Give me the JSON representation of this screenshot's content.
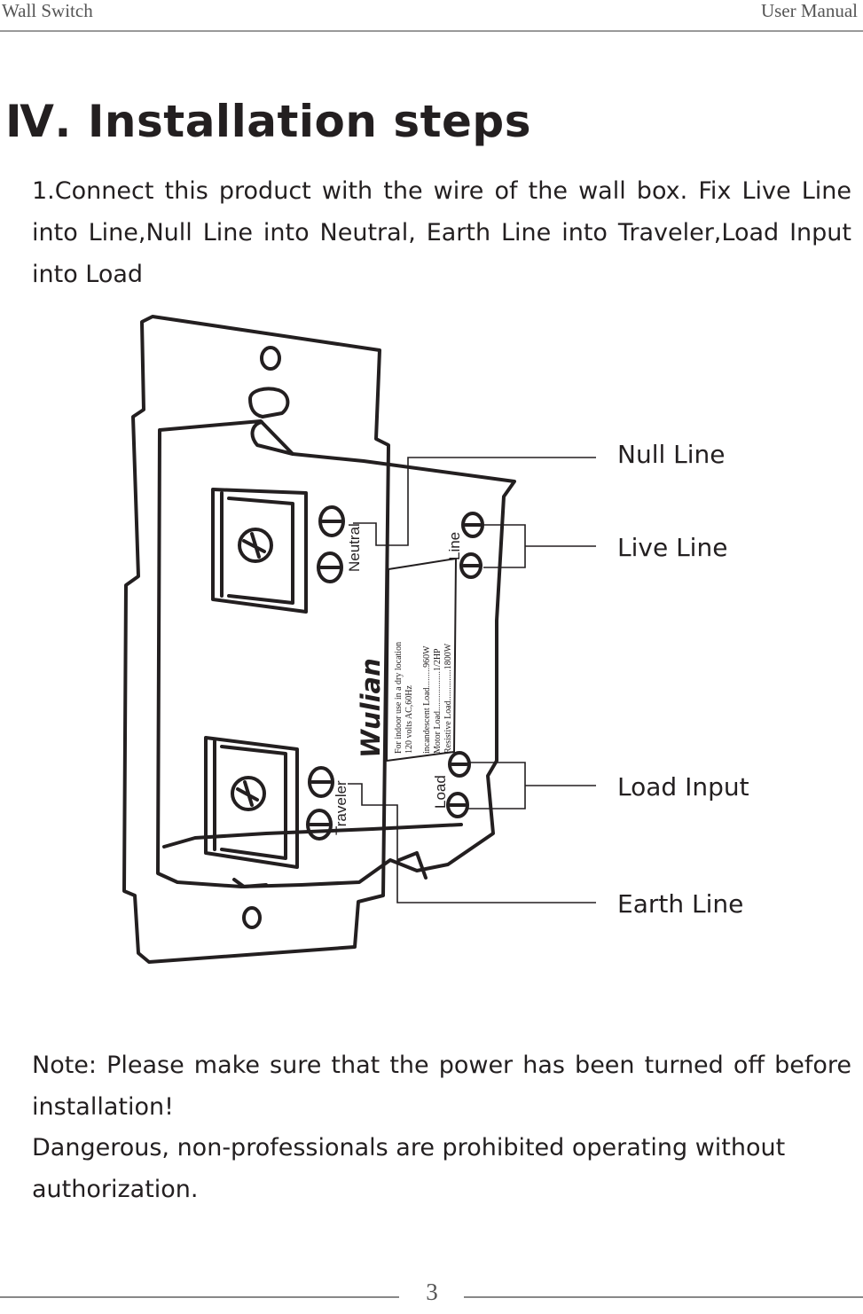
{
  "header": {
    "left": "Wall Switch",
    "right": "User Manual"
  },
  "section_title": "Ⅳ. Installation steps",
  "step1": "1.Connect this product with the wire of the wall box. Fix Live Line into Line,Null Line into Neutral, Earth Line into Traveler,Load Input into Load",
  "diagram": {
    "callouts": {
      "null_line": "Null Line",
      "live_line": "Live Line",
      "load_input": "Load Input",
      "earth_line": "Earth Line"
    },
    "terminals": {
      "neutral": "Neutral",
      "line": "Line",
      "traveler": "Traveler",
      "load": "Load"
    },
    "brand": "Wulian",
    "spec_label": [
      "For indoor use in a dry location",
      "120 volts AC,60Hz",
      "incandescent Load.........960W",
      "Motor Load..................1/2HP",
      "Resistive Load..............1800W"
    ]
  },
  "note": "Note: Please make sure that the power has been turned off before installation!",
  "warning": "Dangerous, non-professionals are prohibited operating without authorization.",
  "page_number": "3"
}
